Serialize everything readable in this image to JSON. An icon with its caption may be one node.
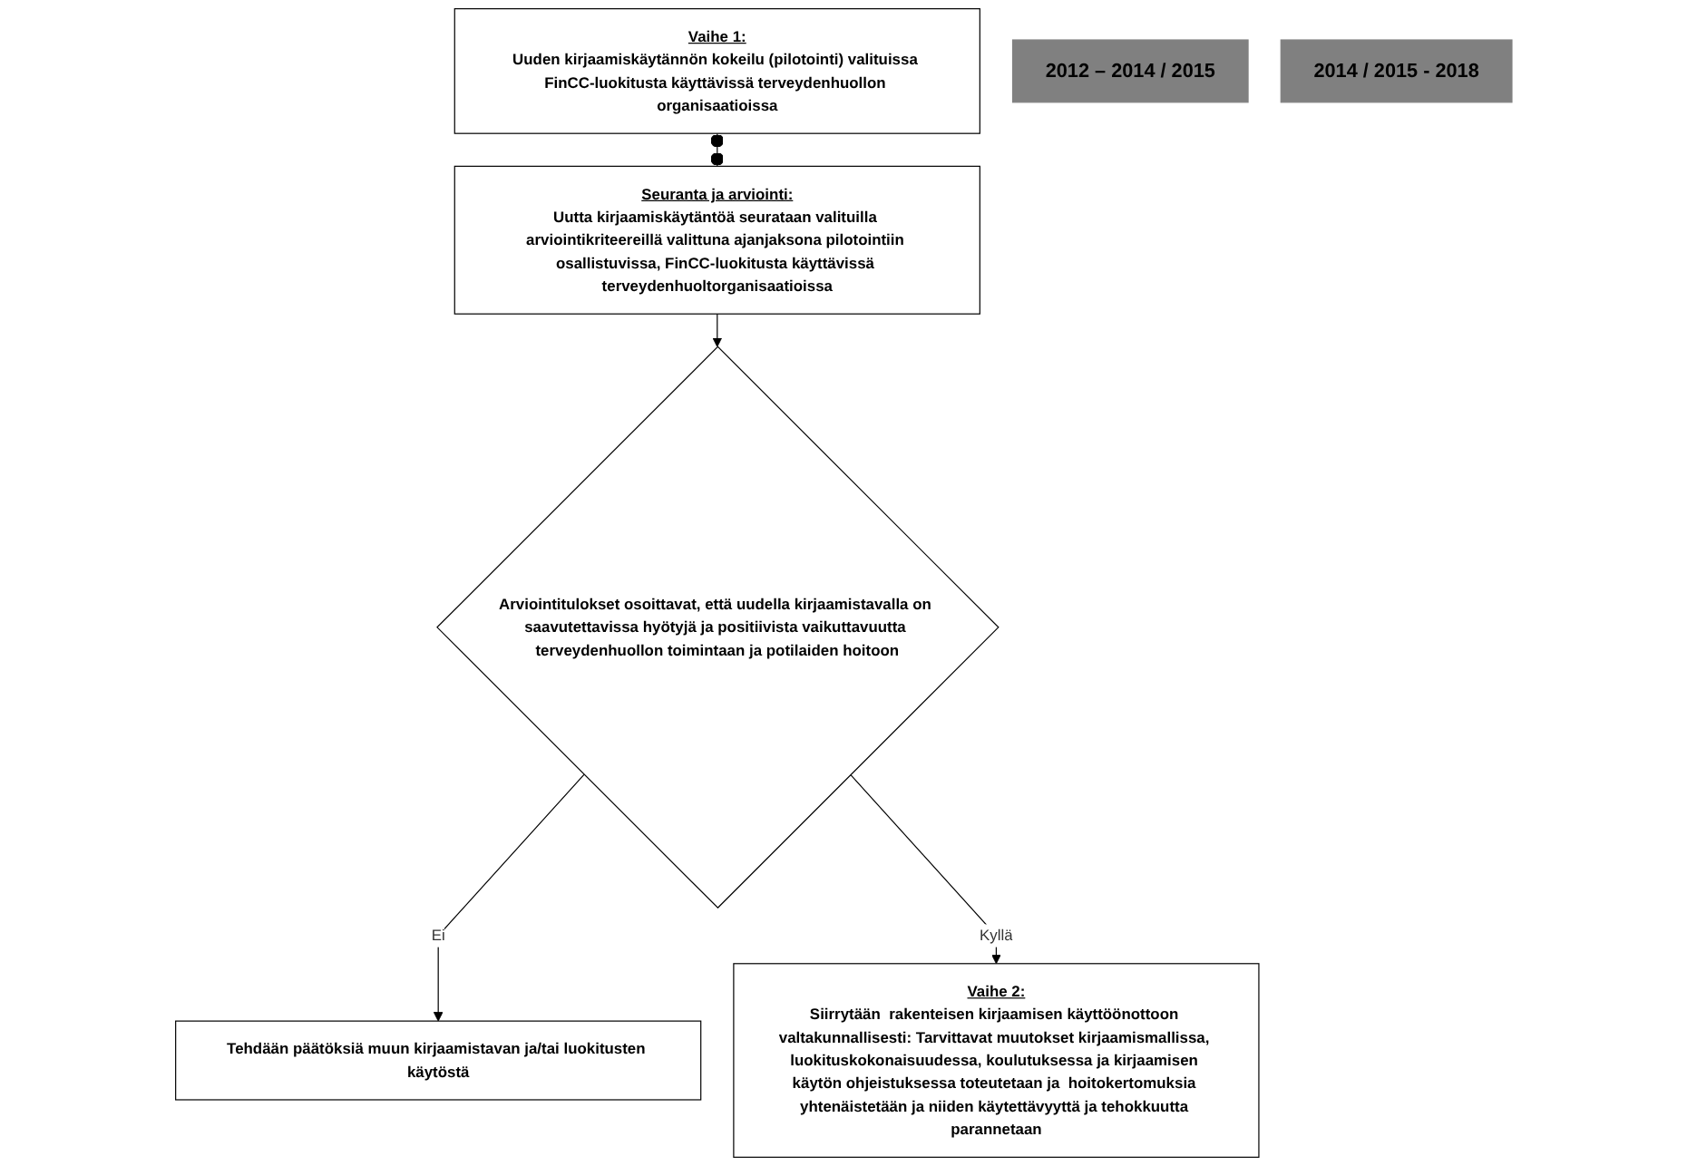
{
  "diagram": {
    "nodes": [
      {
        "text": [
          "Vaihe 1:",
          "Uuden kirjaamiskäytännön kokeilu (pilotointi) valituissa FinCC-luokitusta käyttävissä terveydenhuollon organisaatioissa"
        ]
      },
      {
        "text": [
          "2012 – 2014 / 2015"
        ]
      },
      {
        "text": [
          "Seuranta ja arviointi:",
          "Uutta kirjaamiskäytäntöä seurataan valituilla arviointikriteereillä valittuna ajanjaksona pilotointiin osallistuvissa, FinCC-luokitusta käyttävissä terveydenhuoltorganisaatioissa"
        ]
      },
      {
        "text": [
          "Arviointitulokset osoittavat, että uudella kirjaamistavalla on saavutettavissa hyötyjä ja positiivista vaikuttavuutta terveydenhuollon toimintaan ja potilaiden hoitoon"
        ]
      },
      {
        "text": [
          "Tehdään päätöksiä muun kirjaamistavan ja/tai luokitusten käytöstä"
        ]
      },
      {
        "text": [
          "2014 / 2015  - 2018"
        ]
      },
      {
        "text": [
          "Vaihe 2:",
          "Siirrytään  rakenteisen kirjaamisen käyttöönottoon valtakunnallisesti: Tarvittavat muutokset kirjaamismallissa, luokituskokonaisuudessa, koulutuksessa ja kirjaamisen käytön ohjeistuksessa toteutetaan ja  hoitokertomuksia yhtenäistetään ja niiden käytettävyyttä ja tehokkuutta parannetaan"
        ]
      }
    ],
    "edges": [
      {
        "from": 0,
        "to": 2,
        "arrow": "other"
      },
      {
        "from": 2,
        "to": 3,
        "arrow": "to"
      },
      {
        "from": 3,
        "to": 4,
        "arrow": "to",
        "label": "Ei"
      },
      {
        "from": 3,
        "to": 6,
        "arrow": "to",
        "label": "Kyllä"
      }
    ]
  }
}
